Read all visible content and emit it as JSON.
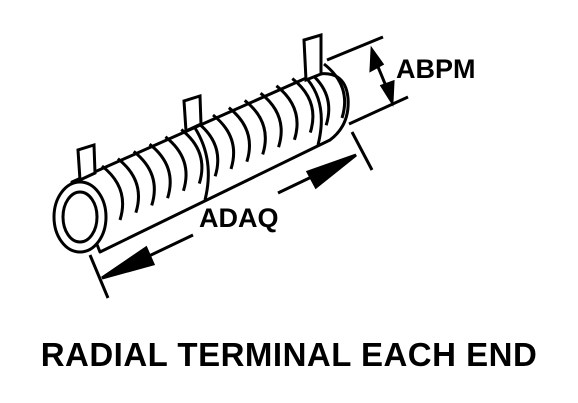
{
  "diagram": {
    "caption": "RADIAL TERMINAL EACH END",
    "dimension_length": "ADAQ",
    "dimension_diameter": "ABPM"
  },
  "colors": {
    "ink": "#000000",
    "paper": "#ffffff"
  }
}
